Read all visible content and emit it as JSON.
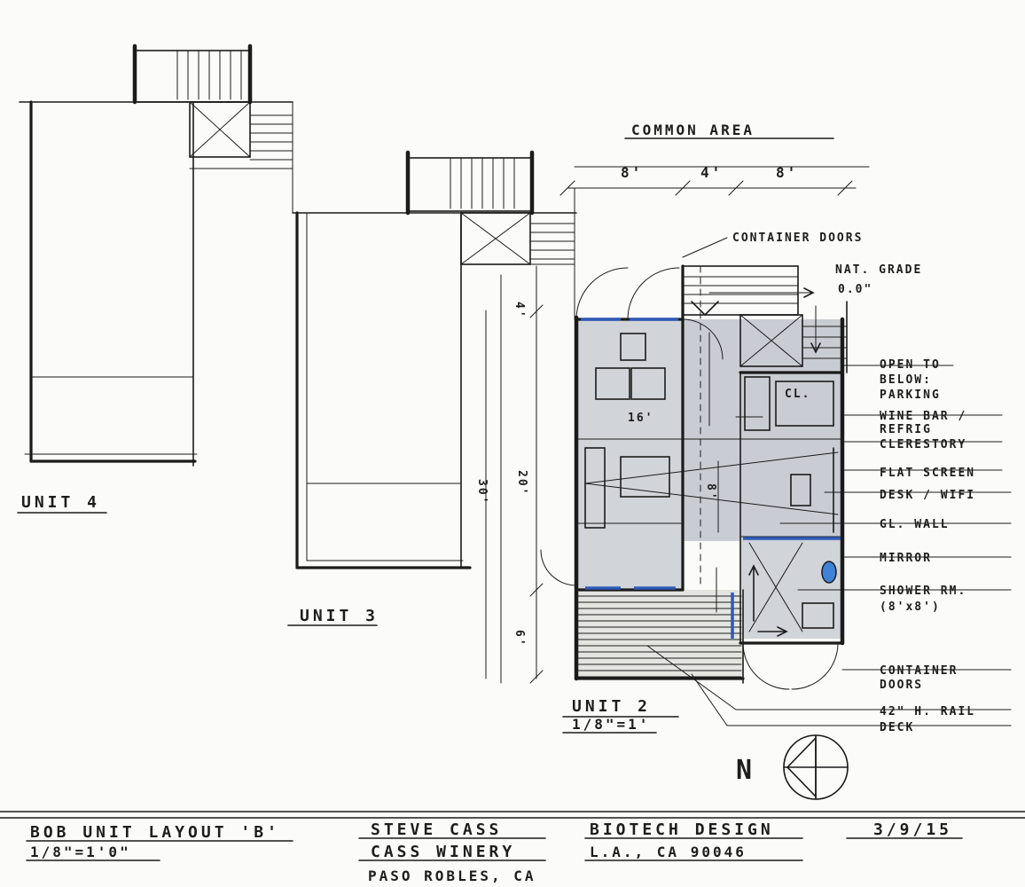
{
  "labels": {
    "common_area": "COMMON AREA",
    "dim_top_1": "8'",
    "dim_top_2": "4'",
    "dim_top_3": "8'",
    "container_doors_top": "CONTAINER DOORS",
    "nat_grade": "NAT. GRADE",
    "nat_grade_value": "0.0\"",
    "open_to_below_1": "OPEN TO",
    "open_to_below_2": "BELOW:",
    "open_to_below_3": "PARKING",
    "wine_bar_1": "WINE BAR /",
    "wine_bar_2": "REFRIG",
    "clerestory": "CLERESTORY",
    "flat_screen": "FLAT SCREEN",
    "desk_wifi": "DESK / WIFI",
    "gl_wall": "GL. WALL",
    "mirror": "MIRROR",
    "shower_1": "SHOWER RM.",
    "shower_2": "(8'x8')",
    "container_doors_bottom_1": "CONTAINER",
    "container_doors_bottom_2": "DOORS",
    "rail": "42\" H. RAIL",
    "deck": "DECK",
    "unit4": "UNIT 4",
    "unit3": "UNIT 3",
    "unit2": "UNIT 2",
    "unit2_scale": "1/8\"=1'",
    "cl": "CL.",
    "dim_4": "4'",
    "dim_20": "20'",
    "dim_30": "30'",
    "dim_6": "6'",
    "dim_16": "16'",
    "dim_8v": "8'",
    "north": "N"
  },
  "title_block": {
    "project_1": "BOB UNIT LAYOUT 'B'",
    "project_2": "1/8\"=1'0\"",
    "client_1": "STEVE CASS",
    "client_2": "CASS WINERY",
    "client_3": "PASO ROBLES, CA",
    "firm_1": "BIOTECH DESIGN",
    "firm_2": "L.A., CA 90046",
    "date": "3/9/15"
  }
}
